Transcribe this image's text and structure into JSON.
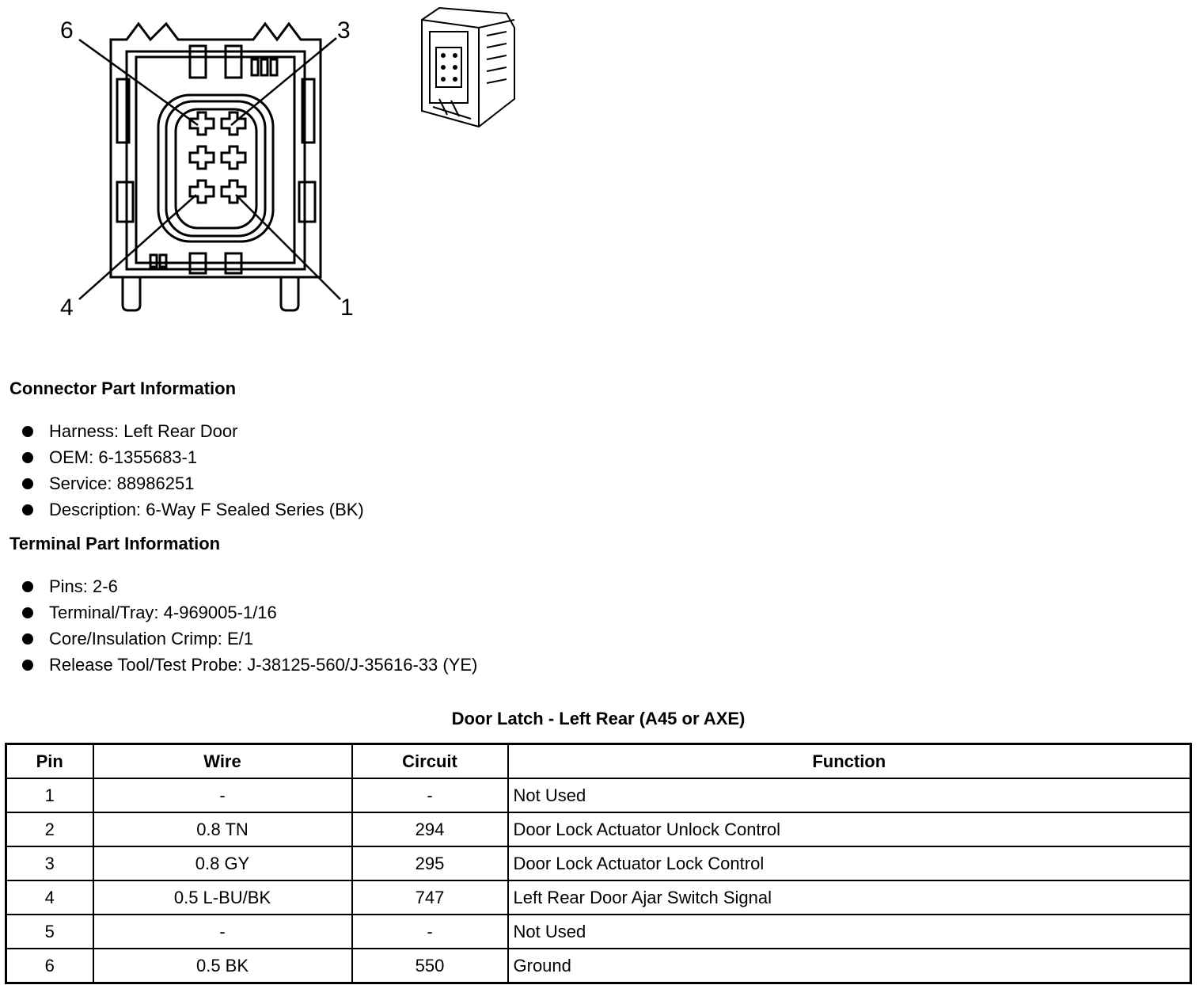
{
  "diagram": {
    "pin_labels": {
      "top_left": "6",
      "top_right": "3",
      "bottom_left": "4",
      "bottom_right": "1"
    }
  },
  "connector_info": {
    "title": "Connector Part Information",
    "items": [
      "Harness: Left Rear Door",
      "OEM: 6-1355683-1",
      "Service: 88986251",
      "Description: 6-Way F Sealed Series (BK)"
    ]
  },
  "terminal_info": {
    "title": "Terminal Part Information",
    "items": [
      "Pins: 2-6",
      "Terminal/Tray: 4-969005-1/16",
      "Core/Insulation Crimp: E/1",
      "Release Tool/Test Probe: J-38125-560/J-35616-33 (YE)"
    ]
  },
  "pin_table": {
    "title": "Door Latch - Left Rear (A45 or AXE)",
    "headers": [
      "Pin",
      "Wire",
      "Circuit",
      "Function"
    ],
    "rows": [
      [
        "1",
        "-",
        "-",
        "Not Used"
      ],
      [
        "2",
        "0.8 TN",
        "294",
        "Door Lock Actuator Unlock Control"
      ],
      [
        "3",
        "0.8 GY",
        "295",
        "Door Lock Actuator Lock Control"
      ],
      [
        "4",
        "0.5 L-BU/BK",
        "747",
        "Left Rear Door Ajar Switch Signal"
      ],
      [
        "5",
        "-",
        "-",
        "Not Used"
      ],
      [
        "6",
        "0.5 BK",
        "550",
        "Ground"
      ]
    ]
  }
}
